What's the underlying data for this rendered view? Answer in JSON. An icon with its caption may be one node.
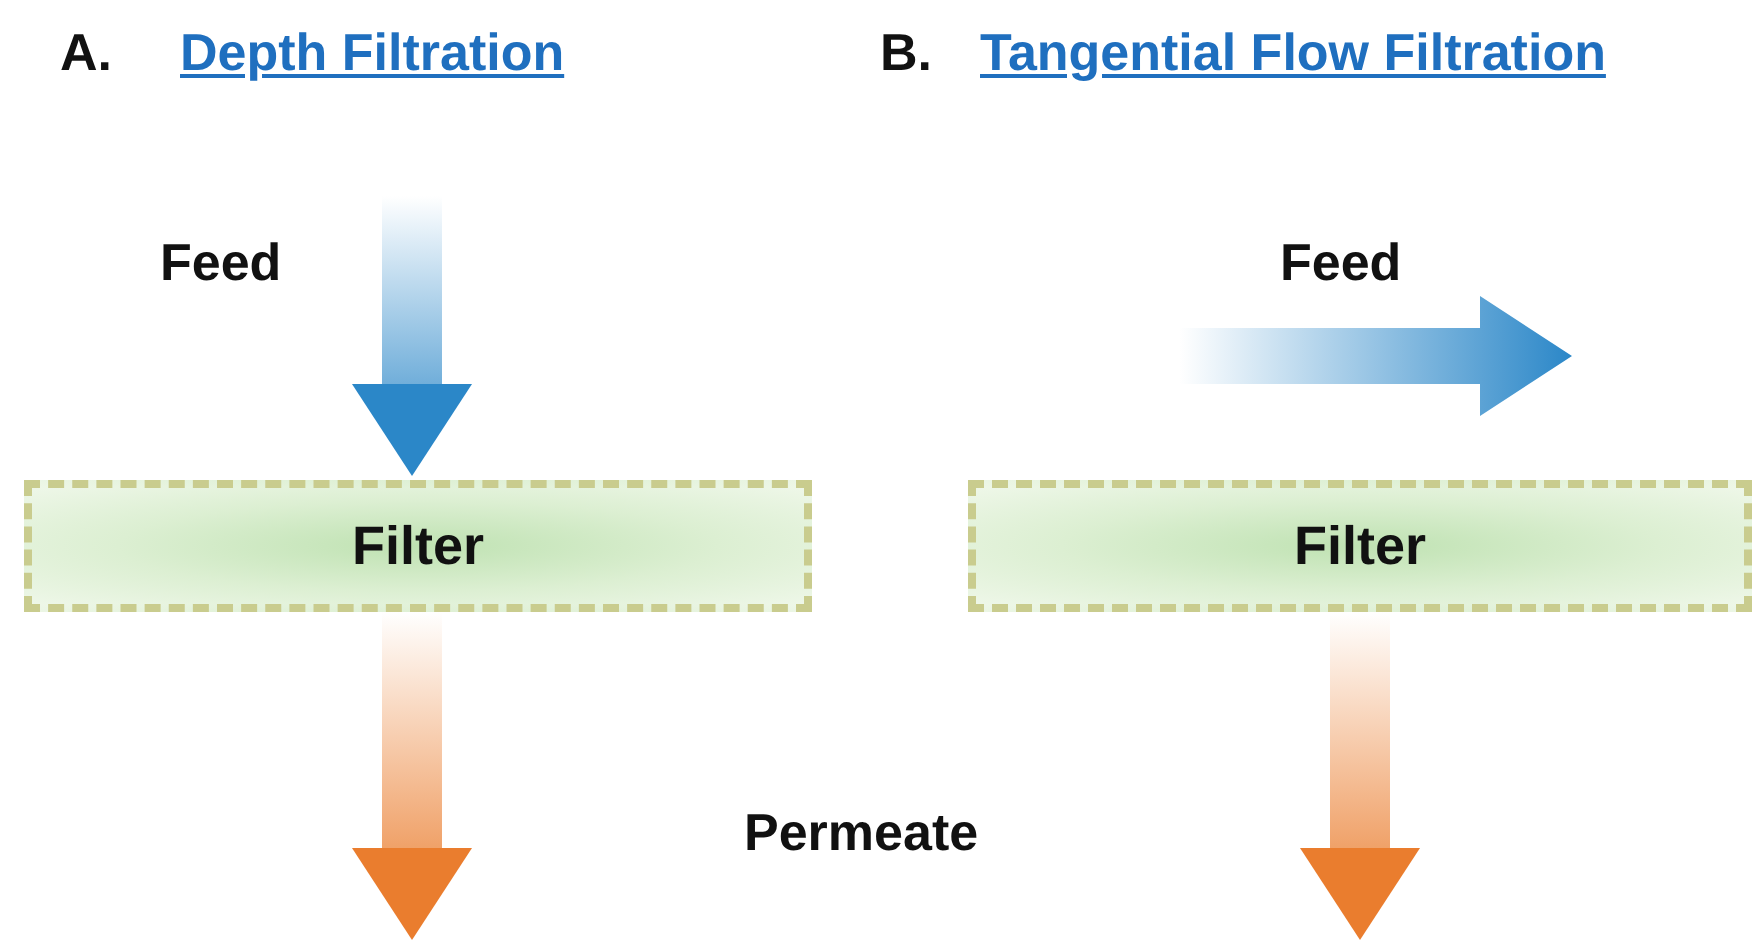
{
  "diagram": {
    "nodes": [
      {
        "text": [
          "Filter"
        ]
      },
      {
        "text": [
          "Filter"
        ]
      }
    ],
    "edges": [
      {
        "from": null,
        "to": 0,
        "arrow": "to",
        "color": "#2b87c8"
      },
      {
        "from": 0,
        "to": null,
        "arrow": "to",
        "color": "#ea7d2e"
      },
      {
        "from": 1,
        "to": null,
        "arrow": "to",
        "color": "#ea7d2e"
      }
    ],
    "labels": [
      "A.",
      "Depth Filtration",
      "B.",
      "Tangential Flow Filtration",
      "Feed",
      "Feed",
      "Permeate"
    ]
  }
}
